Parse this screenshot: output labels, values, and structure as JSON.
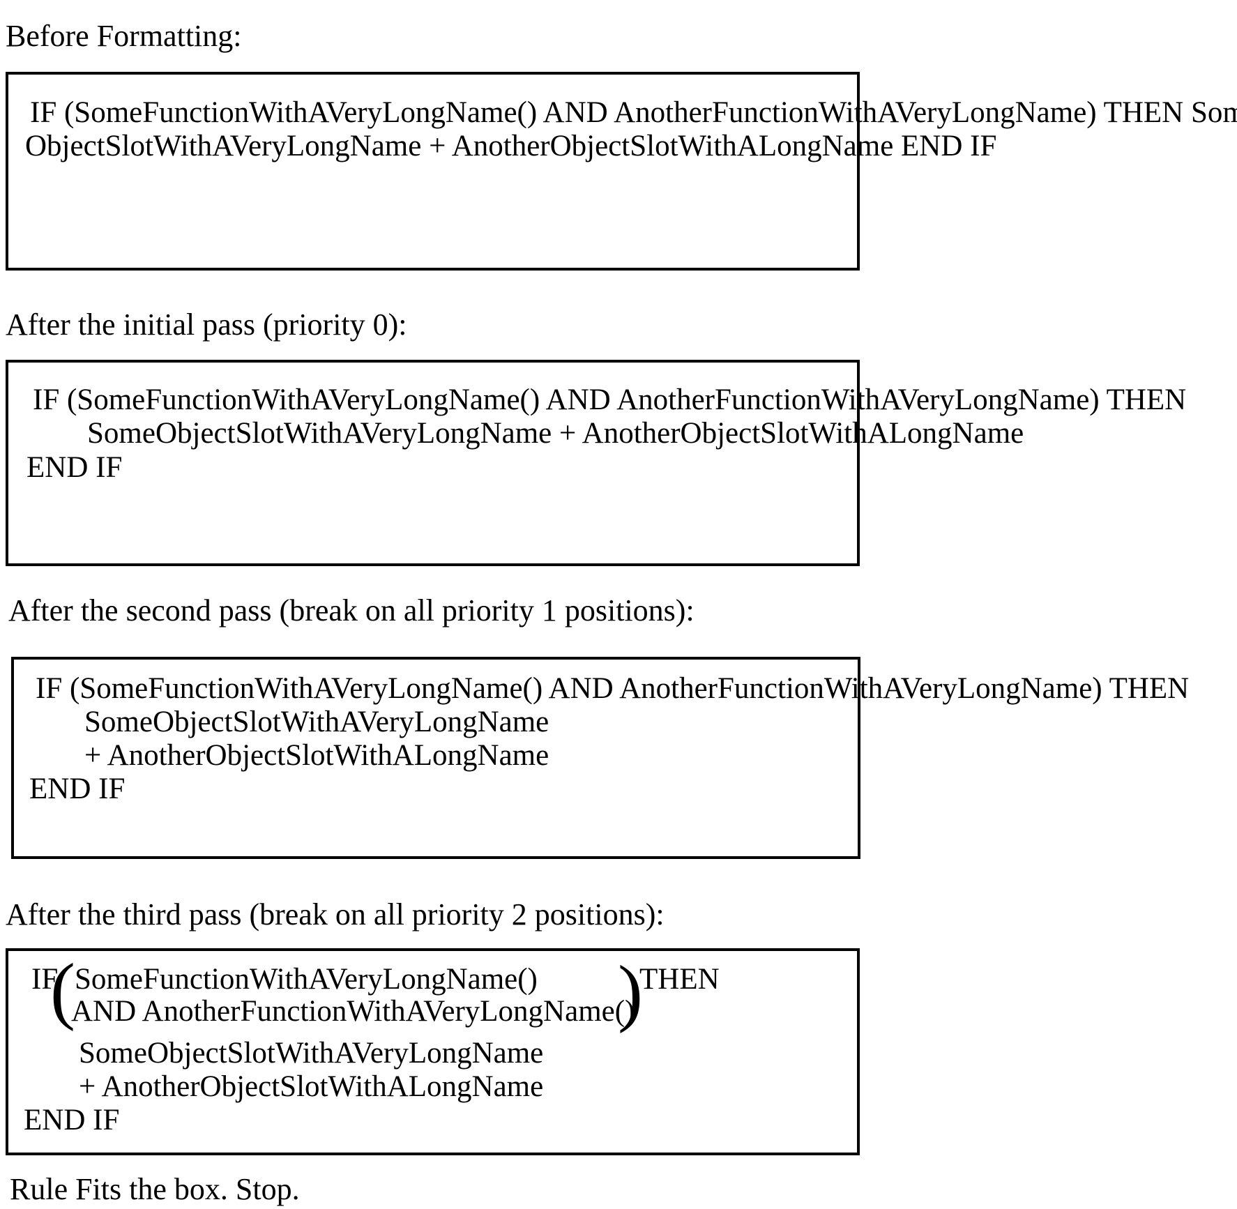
{
  "document": {
    "colors": {
      "background": "#ffffff",
      "text": "#000000",
      "box_border": "#000000"
    },
    "sections": {
      "before": {
        "label": "Before Formatting:",
        "lines": {
          "l1": "IF (SomeFunctionWithAVeryLongName() AND AnotherFunctionWithAVeryLongName) THEN Some-",
          "l2": "ObjectSlotWithAVeryLongName + AnotherObjectSlotWithALongName END IF"
        }
      },
      "pass1": {
        "label": "After the initial pass (priority 0):",
        "lines": {
          "l1": "IF (SomeFunctionWithAVeryLongName() AND AnotherFunctionWithAVeryLongName) THEN",
          "l2": "SomeObjectSlotWithAVeryLongName + AnotherObjectSlotWithALongName",
          "l3": "END IF"
        }
      },
      "pass2": {
        "label": "After the second pass (break on all priority 1 positions):",
        "lines": {
          "l1": "IF (SomeFunctionWithAVeryLongName() AND AnotherFunctionWithAVeryLongName) THEN",
          "l2": "SomeObjectSlotWithAVeryLongName",
          "l3": "+ AnotherObjectSlotWithALongName",
          "l4": "END IF"
        }
      },
      "pass3": {
        "label": "After the third pass (break on all priority 2 positions):",
        "lines": {
          "if_keyword": "IF",
          "open_paren": "(",
          "condition1": "SomeFunctionWithAVeryLongName()",
          "condition2": "AND AnotherFunctionWithAVeryLongName()",
          "close_paren": ")",
          "then_keyword": "THEN",
          "body1": "SomeObjectSlotWithAVeryLongName",
          "body2": "+ AnotherObjectSlotWithALongName",
          "l_endif": "END IF"
        }
      }
    },
    "footer": "Rule Fits the box. Stop."
  }
}
